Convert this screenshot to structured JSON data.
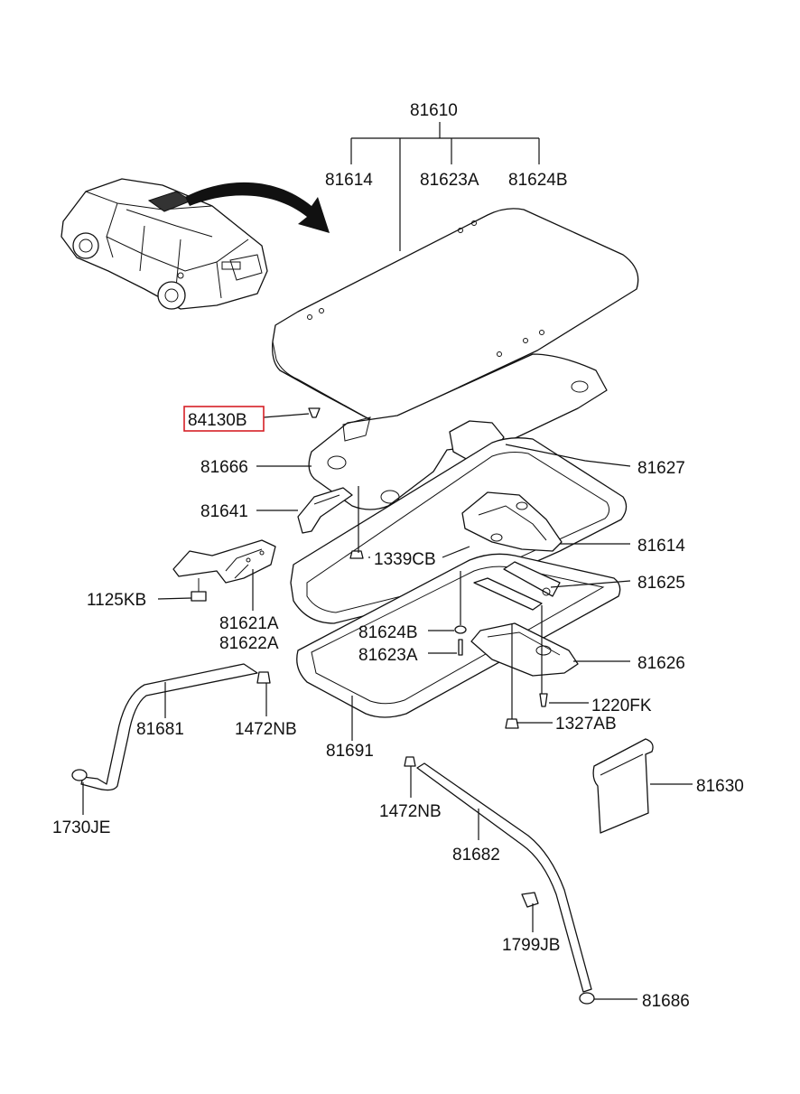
{
  "labels": {
    "p81610": "81610",
    "p81614_top": "81614",
    "p81623A_top": "81623A",
    "p81624B_top": "81624B",
    "p84130B": "84130B",
    "p81666": "81666",
    "p81627": "81627",
    "p81641": "81641",
    "p81614": "81614",
    "p1339CB": "1339CB",
    "p81625": "81625",
    "p1125KB": "1125KB",
    "p81621A": "81621A",
    "p81622A": "81622A",
    "p81624B": "81624B",
    "p81623A": "81623A",
    "p81626": "81626",
    "p1220FK": "1220FK",
    "p1327AB": "1327AB",
    "p81681": "81681",
    "p1472NB_a": "1472NB",
    "p81691": "81691",
    "p81630": "81630",
    "p1730JE": "1730JE",
    "p1472NB_b": "1472NB",
    "p81682": "81682",
    "p1799JB": "1799JB",
    "p81686": "81686"
  },
  "highlight": {
    "part": "84130B",
    "color": "#d61f26"
  }
}
